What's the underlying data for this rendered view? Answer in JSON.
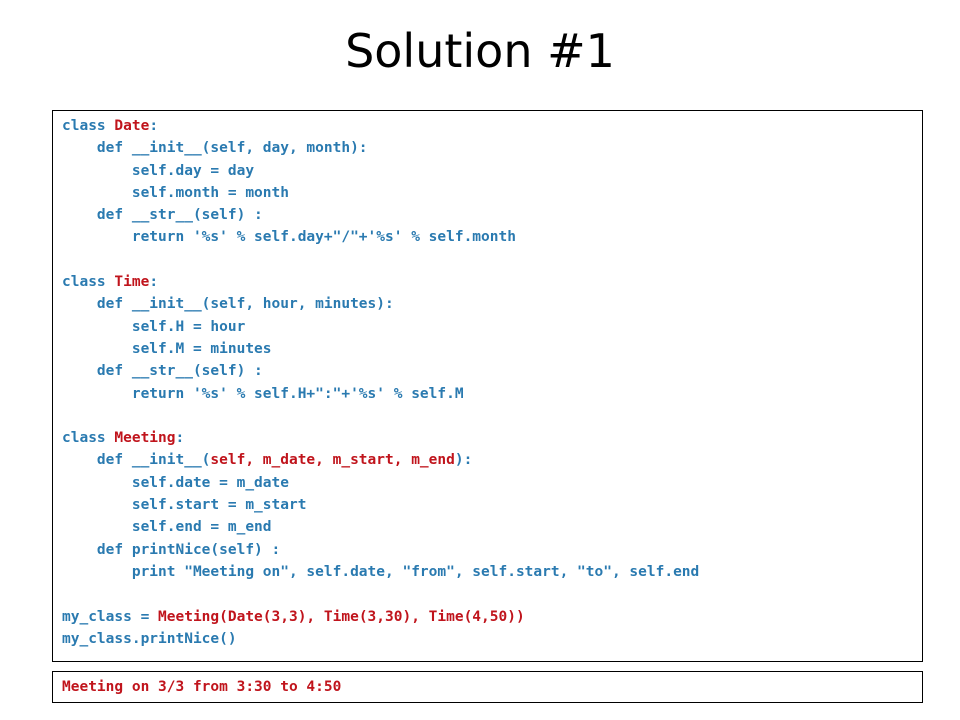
{
  "slide": {
    "title": "Solution #1"
  },
  "colors": {
    "code_blue": "#2a7ab0",
    "code_red": "#c0141c"
  },
  "code": {
    "lines": [
      [
        {
          "t": "class ",
          "c": "blue"
        },
        {
          "t": "Date",
          "c": "red"
        },
        {
          "t": ":",
          "c": "blue"
        }
      ],
      [
        {
          "t": "    def __init__(self, day, month):",
          "c": "blue"
        }
      ],
      [
        {
          "t": "        self.day = day",
          "c": "blue"
        }
      ],
      [
        {
          "t": "        self.month = month",
          "c": "blue"
        }
      ],
      [
        {
          "t": "    def __str__(self) :",
          "c": "blue"
        }
      ],
      [
        {
          "t": "        return '%s' % self.day+\"/\"+'%s' % self.month",
          "c": "blue"
        }
      ],
      [
        {
          "t": "",
          "c": "blue"
        }
      ],
      [
        {
          "t": "class ",
          "c": "blue"
        },
        {
          "t": "Time",
          "c": "red"
        },
        {
          "t": ":",
          "c": "blue"
        }
      ],
      [
        {
          "t": "    def __init__(self, hour, minutes):",
          "c": "blue"
        }
      ],
      [
        {
          "t": "        self.H = hour",
          "c": "blue"
        }
      ],
      [
        {
          "t": "        self.M = minutes",
          "c": "blue"
        }
      ],
      [
        {
          "t": "    def __str__(self) :",
          "c": "blue"
        }
      ],
      [
        {
          "t": "        return '%s' % self.H+\":\"+'%s' % self.M",
          "c": "blue"
        }
      ],
      [
        {
          "t": "",
          "c": "blue"
        }
      ],
      [
        {
          "t": "class ",
          "c": "blue"
        },
        {
          "t": "Meeting",
          "c": "red"
        },
        {
          "t": ":",
          "c": "blue"
        }
      ],
      [
        {
          "t": "    def __init__(",
          "c": "blue"
        },
        {
          "t": "self, m_date, m_start, m_end",
          "c": "red"
        },
        {
          "t": "):",
          "c": "blue"
        }
      ],
      [
        {
          "t": "        self.date = m_date",
          "c": "blue"
        }
      ],
      [
        {
          "t": "        self.start = m_start",
          "c": "blue"
        }
      ],
      [
        {
          "t": "        self.end = m_end",
          "c": "blue"
        }
      ],
      [
        {
          "t": "    def printNice(self) :",
          "c": "blue"
        }
      ],
      [
        {
          "t": "        print \"Meeting on\", self.date, \"from\", self.start, \"to\", self.end",
          "c": "blue"
        }
      ],
      [
        {
          "t": "",
          "c": "blue"
        }
      ],
      [
        {
          "t": "my_class = ",
          "c": "blue"
        },
        {
          "t": "Meeting(Date(3,3), Time(3,30), Time(4,50))",
          "c": "red"
        }
      ],
      [
        {
          "t": "my_class.printNice()",
          "c": "blue"
        }
      ]
    ]
  },
  "output": {
    "text": "Meeting on 3/3 from 3:30 to 4:50"
  }
}
